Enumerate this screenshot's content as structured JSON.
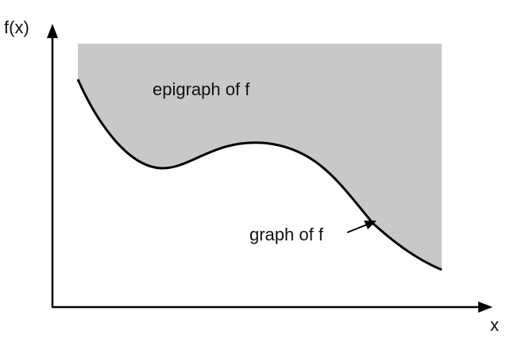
{
  "diagram": {
    "y_axis_label": "f(x)",
    "x_axis_label": "x",
    "region_label": "epigraph of f",
    "curve_label": "graph of f",
    "colors": {
      "region_fill": "#c8c8c8",
      "curve": "#000000",
      "axes": "#000000",
      "text": "#111111"
    }
  }
}
